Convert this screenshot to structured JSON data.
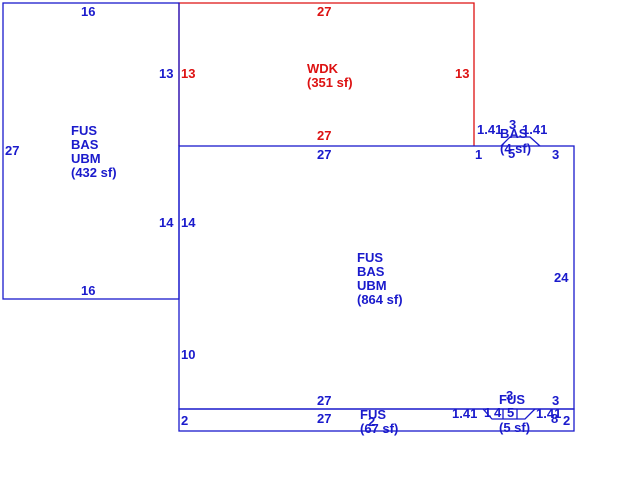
{
  "colors": {
    "primary_line": "#1a1acc",
    "deck_line": "#dd1111",
    "background": "#ffffff"
  },
  "areas": {
    "left": {
      "codes": [
        "FUS",
        "BAS",
        "UBM"
      ],
      "area": "(432 sf)"
    },
    "deck": {
      "codes": [
        "WDK"
      ],
      "area": "(351 sf)"
    },
    "main": {
      "codes": [
        "FUS",
        "BAS",
        "UBM"
      ],
      "area": "(864 sf)"
    },
    "bay_top": {
      "codes": [
        "BAS"
      ],
      "area": "(4 sf)"
    },
    "strip": {
      "codes": [
        "FUS"
      ],
      "area": "(67 sf)"
    },
    "bay_bottom": {
      "codes": [
        "FUS"
      ],
      "area": "(5 sf)"
    }
  },
  "dimensions": {
    "left_top": "16",
    "left_side": "27",
    "left_right_upper": "13",
    "left_right_lower": "14",
    "left_bottom": "16",
    "deck_top": "27",
    "deck_left": "13",
    "deck_right": "13",
    "deck_bottom": "27",
    "main_top": "27",
    "main_left_upper": "14",
    "main_left_lower": "10",
    "main_right": "24",
    "main_bottom": "27",
    "bay_top_diag_left": "1.41",
    "bay_top_peak": "3",
    "bay_top_diag_right": "1.41",
    "bay_top_near": "1",
    "bay_top_base": "5",
    "bay_top_far": "3",
    "strip_left": "2",
    "strip_bottom": "27",
    "strip_right": "2",
    "strip_inner_right": "3",
    "bay_bottom_diag_left": "1.41",
    "bay_bottom_diag_right": "1.41",
    "bay_bottom_peak": "3",
    "bay_bottom_base": "5",
    "bay_bottom_near": "1",
    "bay_bottom_misc": "8",
    "bay_bottom_mid": "4",
    "strip_misc": "2"
  }
}
